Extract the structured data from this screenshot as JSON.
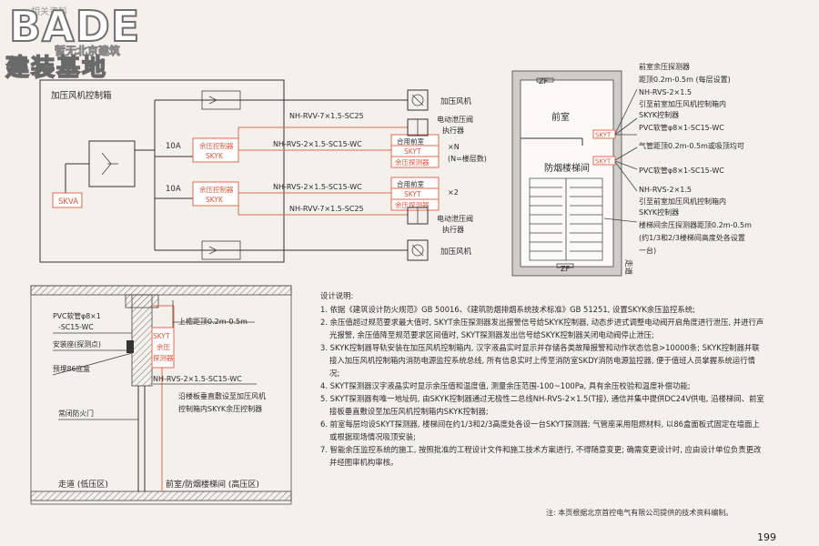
{
  "watermark": {
    "logo_text": "BADE",
    "sub_text": "暂无北京建筑",
    "brand_text": "建装基地",
    "top_small": "相关资料"
  },
  "schematic": {
    "cabinet_title": "加压风机控制箱",
    "breaker1": "10A",
    "breaker2": "10A",
    "skva": "SKVA",
    "ctrl_box1": {
      "line1": "余压控制器",
      "line2": "SKYK"
    },
    "ctrl_box2": {
      "line1": "余压控制器",
      "line2": "SKYK"
    },
    "cable_rvv_top": "NH-RVV-7×1.5-SC25",
    "cable_rvs_1": "NH-RVS-2×1.5-SC15-WC",
    "cable_rvs_2": "NH-RVS-2×1.5-SC15-WC",
    "cable_rvv_bot": "NH-RVV-7×1.5-SC25",
    "front_box": {
      "line1": "合用前室",
      "line2": "SKYT",
      "line3": "余压探测器"
    },
    "stair_box": {
      "line1": "合用前室",
      "line2": "SKYT",
      "line3": "余压探测器"
    },
    "mult_n": "×N",
    "mult_n_note": "(N=楼层数)",
    "mult_2": "×2",
    "fan_top": "加压风机",
    "damper_top1": "电动泄压阀",
    "damper_top2": "执行器",
    "damper_bot1": "电动泄压阀",
    "damper_bot2": "执行器",
    "fan_bot": "加压风机"
  },
  "plan": {
    "zf_top": "ZF",
    "zf_bot": "ZF",
    "room_front": "前室",
    "room_stair": "防烟楼梯间",
    "skyt1": "SKYT",
    "skyt2": "SKYT",
    "corridor": "走道",
    "notes": [
      "前室余压探测器",
      "距顶0.2m-0.5m (每层设置)",
      "NH-RVS-2×1.5",
      "引至前室加压风机控制箱内",
      "SKYK控制器",
      "PVC软管φ8×1-SC15-WC",
      "气管距顶0.2m-0.5m或吸顶均可",
      "PVC软管φ8×1-SC15-WC",
      "NH-RVS-2×1.5",
      "引至前室加压风机控制箱内",
      "SKYK控制器",
      "楼梯间余压探测器距顶0.2m-0.5m",
      "(约1/3和2/3楼梯间高度处各设置",
      "一台)"
    ]
  },
  "section": {
    "pvc": "PVC软管φ8×1",
    "pvc2": "-SC15-WC",
    "mount_box": "安装座(探测点)",
    "box86": "预埋86底盒",
    "door": "常闭防火门",
    "skyt_line1": "SKYT",
    "skyt_line2": "余压",
    "skyt_line3": "探测器",
    "top_dist": "上檐距顶0.2m-0.5m",
    "cable": "NH-RVS-2×1.5-SC15-WC",
    "wire_note1": "沿楼板垂直敷设至加压风机",
    "wire_note2": "控制箱内SKYK余压控制器",
    "zone_low": "走道 (低压区)",
    "zone_high": "前室/防烟楼梯间 (高压区)"
  },
  "design_notes": {
    "title": "设计说明:",
    "items": [
      "1. 依据《建筑设计防火规范》GB 50016、《建筑防烟排烟系统技术标准》GB 51251, 设置SKYK余压监控系统;",
      "2. 余压值超过规范要求最大值时, SKYT余压探测器发出报警信号给SKYK控制器, 动态步进式调整电动阀开启角度进行泄压, 并进行声光报警, 余压值降至规范要求区间值时, SKYT探测器发出信号给SKYK控制器关闭电动阀停止泄压;",
      "3. SKYK控制器导轨安装在加压风机控制箱内, 汉字液晶实时显示并存储各类故障报警和动作状态信息>10000条; SKYK控制器并联接入加压风机控制箱内消防电源监控系统总线, 所有信息实时上传至消防室SKDY消防电源监控器, 便于值班人员掌握系统运行情况;",
      "4. SKYT探测器汉字液晶实时显示余压值和温度值, 测量余压范围-100~100Pa, 具有余压校验和温度补偿功能;",
      "5. SKYT探测器有唯一地址码, 由SKYK控制器通过无极性二总线NH-RVS-2×1.5(T接), 通信并集中提供DC24V供电, 沿楼梯间、前室接板垂直敷设至加压风机控制箱内SKYK控制器;",
      "6. 前室每层均设SKYT探测器, 楼梯间在约1/3和2/3高度处各设一台SKYT探测器; 气管座采用阻燃材料, 以86盒面板式固定在墙面上或根据现场情况吸顶安装;",
      "7. 智能余压监控系统的施工, 按照批准的工程设计文件和施工技术方案进行, 不得随意变更; 确需变更设计时, 应由设计单位负责更改并经图审机构审核。"
    ]
  },
  "footnote": "注: 本页根据北京首控电气有限公司提供的技术资料编制。",
  "page_number": "199"
}
